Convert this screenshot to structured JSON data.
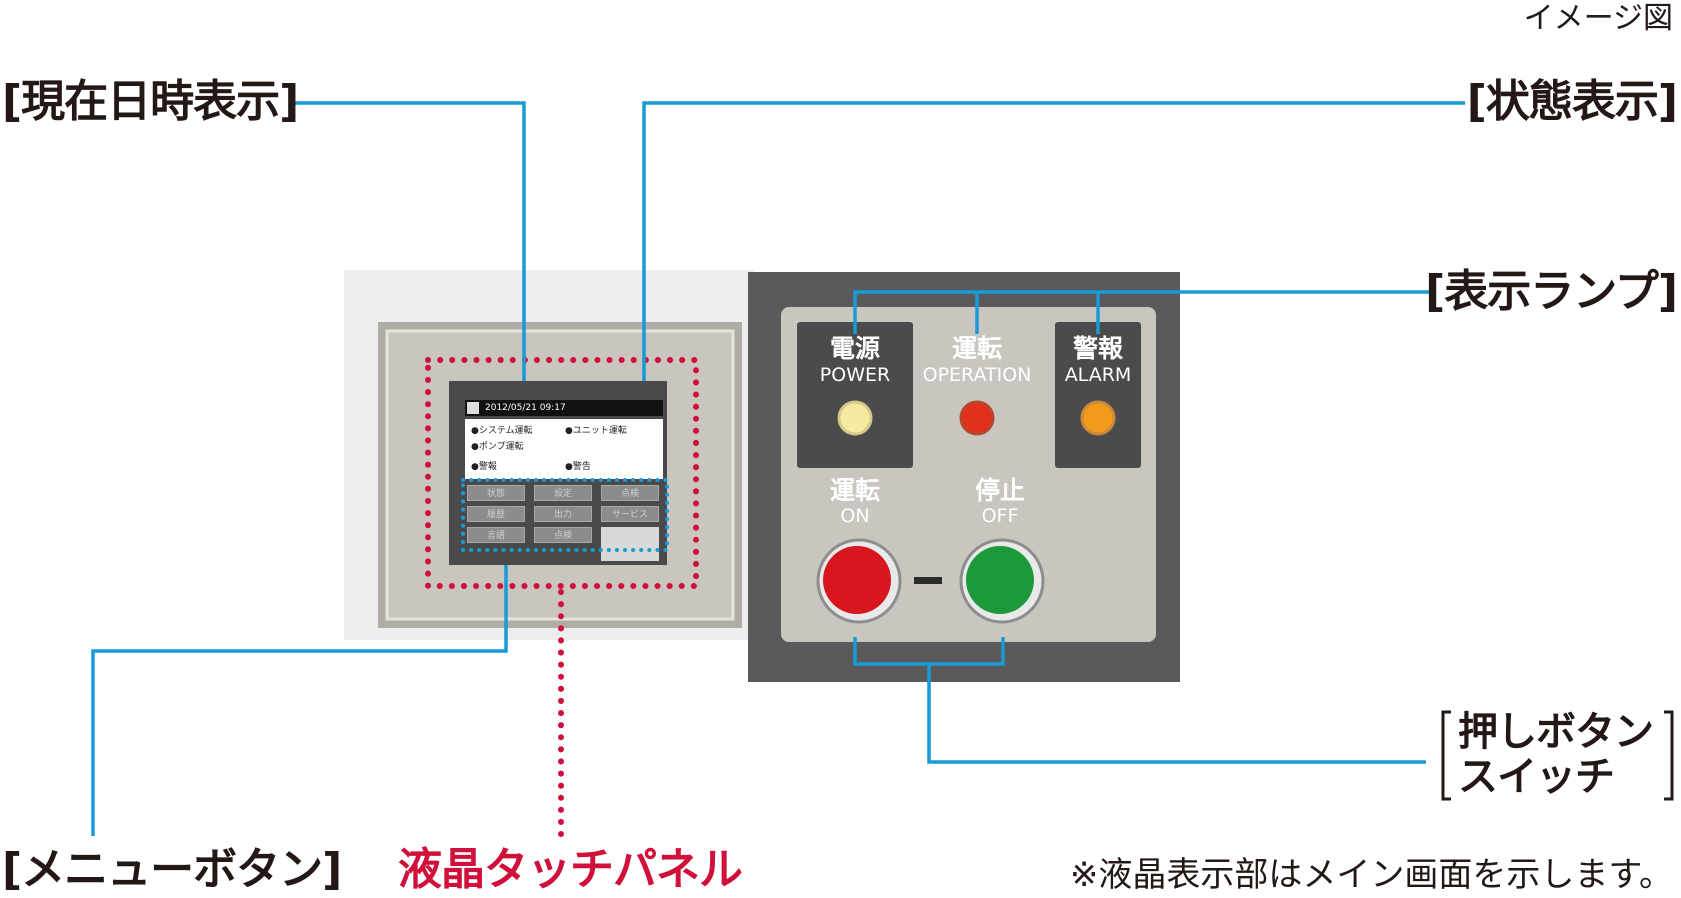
{
  "image_note": "イメージ図",
  "callouts": {
    "datetime": "[現在日時表示]",
    "status": "[状態表示]",
    "lamps": "[表示ランプ]",
    "pushbutton_line1": "押しボタン",
    "pushbutton_line2": "スイッチ",
    "menu": "[メニューボタン]",
    "touch_panel": "液晶タッチパネル"
  },
  "footnote": "※液晶表示部はメイン画面を示します。",
  "lcd": {
    "datetime": "2012/05/21 09:17",
    "status_items": [
      "●システム運転",
      "●ユニット運転",
      "●ポンプ運転",
      "●警報",
      "●警告"
    ],
    "menu_buttons": [
      "状態",
      "設定",
      "点検",
      "履歴",
      "出力",
      "サービス",
      "言語",
      "点検"
    ]
  },
  "lamps": [
    {
      "title": "電源",
      "sub": "POWER",
      "color": "#f7e9a0"
    },
    {
      "title": "運転",
      "sub": "OPERATION",
      "color": "#e3301b"
    },
    {
      "title": "警報",
      "sub": "ALARM",
      "color": "#f29a1a"
    }
  ],
  "switches": [
    {
      "title": "運転",
      "sub": "ON",
      "color": "#d7161e"
    },
    {
      "title": "停止",
      "sub": "OFF",
      "color": "#1c9a3a"
    }
  ],
  "colors": {
    "leader_line": "#1a9ad6",
    "touch_panel_highlight": "#d0103a",
    "panel_dark": "#5a5a5a",
    "panel_light": "#c9c6c0"
  }
}
